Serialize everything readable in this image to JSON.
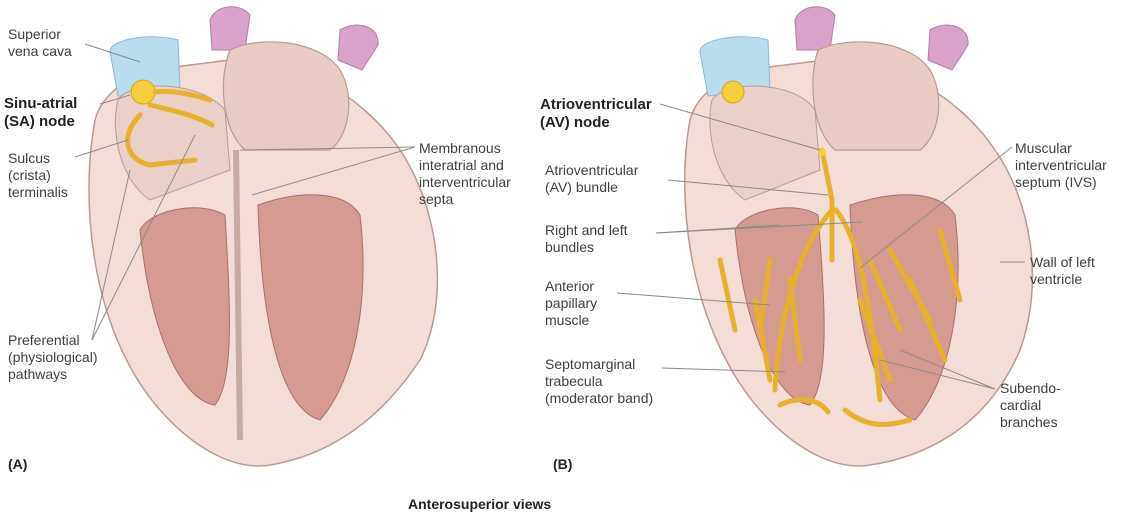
{
  "panel_a": {
    "letter": "(A)",
    "labels": {
      "superior_vena_cava": "Superior\nvena cava",
      "sa_node": "Sinu-atrial\n(SA) node",
      "sulcus_terminalis": "Sulcus\n(crista)\nterminalis",
      "preferential_pathways": "Preferential\n(physiological)\npathways",
      "membranous_septa": "Membranous\ninteratrial and\ninterventricular\nsepta"
    }
  },
  "panel_b": {
    "letter": "(B)",
    "labels": {
      "av_node": "Atrioventricular\n(AV) node",
      "av_bundle": "Atrioventricular\n(AV) bundle",
      "bundles": "Right and left\nbundles",
      "anterior_papillary": "Anterior\npapillary\nmuscle",
      "septomarginal": "Septomarginal\ntrabecula\n(moderator band)",
      "muscular_ivs": "Muscular\ninterventricular\nseptum (IVS)",
      "wall_left_ventricle": "Wall of left\nventricle",
      "subendocardial": "Subendo-\ncardial\nbranches"
    }
  },
  "caption": "Anterosuperior views",
  "colors": {
    "tissue": "#f3ddd6",
    "muscle": "#d59a90",
    "vein": "#b9dcef",
    "artery": "#d9a3c9",
    "conduction": "#e7b12d",
    "node": "#f5d03c",
    "leader": "#8a8a8a"
  }
}
